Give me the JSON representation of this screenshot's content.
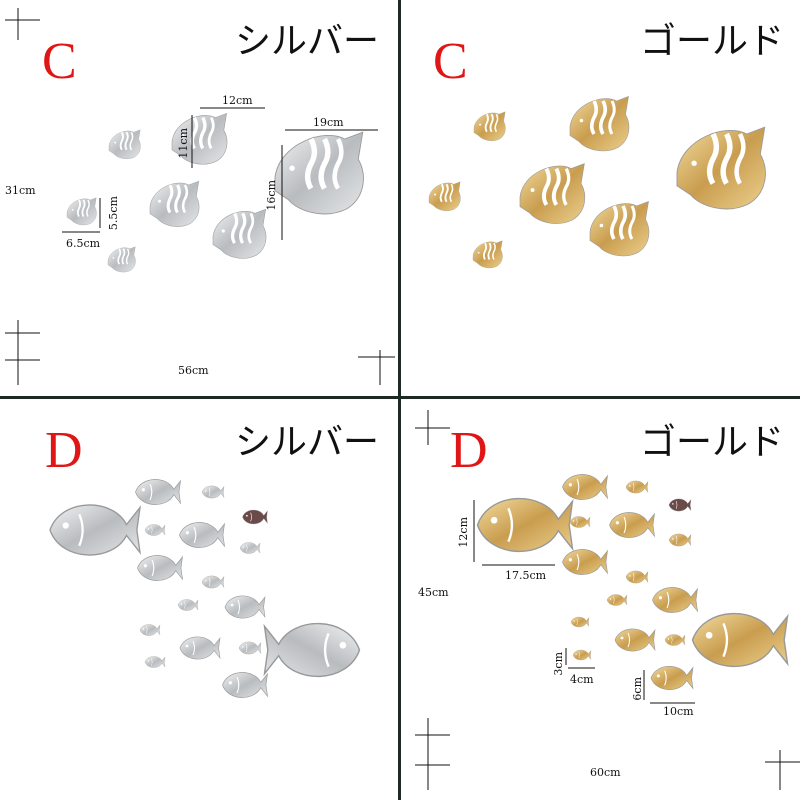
{
  "panels": [
    {
      "variant": "C",
      "color_label": "シルバー",
      "dims": {
        "w_medium": "12cm",
        "h_medium": "11cm",
        "w_large": "19cm",
        "h_large": "16cm",
        "h_small": "5.5cm",
        "w_small": "6.5cm",
        "total_h": "31cm",
        "total_w": "56cm"
      }
    },
    {
      "variant": "C",
      "color_label": "ゴールド"
    },
    {
      "variant": "D",
      "color_label": "シルバー"
    },
    {
      "variant": "D",
      "color_label": "ゴールド",
      "dims": {
        "h_large": "12cm",
        "w_large": "17.5cm",
        "total_h": "45cm",
        "h_small": "3cm",
        "w_small": "4cm",
        "h_medium": "6cm",
        "w_medium": "10cm",
        "total_w": "60cm"
      }
    }
  ],
  "colors": {
    "silver": "#c9cbcd",
    "gold": "#d9b36a",
    "variant_letter": "#e01616"
  }
}
